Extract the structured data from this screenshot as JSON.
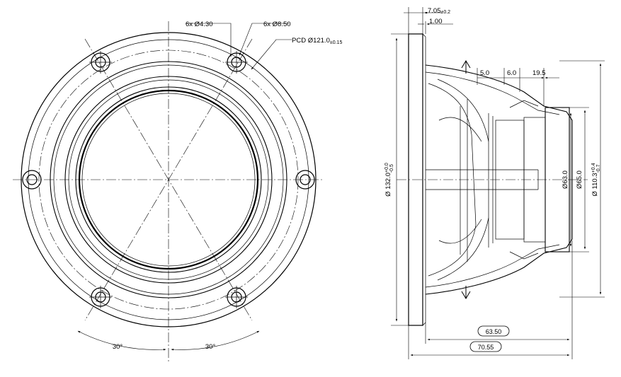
{
  "front_view": {
    "callouts": {
      "small_hole": "6x Ø4.30",
      "large_hole": "6x Ø8.50",
      "pcd_main": "PCD Ø121.0",
      "pcd_tol": "±0.15"
    },
    "angles": {
      "left": "30°",
      "right": "30°"
    }
  },
  "side_view": {
    "top_dims": {
      "flange_thickness_main": "7.05",
      "flange_thickness_tol": "±0.2",
      "gasket": "1.00"
    },
    "frame_dims": {
      "d1": "5.0",
      "d2": "6.0",
      "d3": "19.5"
    },
    "diameters": {
      "outer_main": "Ø 132.0",
      "outer_tol_upper": "+0.0",
      "outer_tol_lower": "-0.5",
      "magnet_63": "Ø63.0",
      "magnet_65": "Ø65.0",
      "basket_main": "Ø 110.3",
      "basket_tol_upper": "+0.4",
      "basket_tol_lower": "-0.7"
    },
    "depths": {
      "mounting_depth": "63.50",
      "overall_depth": "70.55"
    }
  }
}
